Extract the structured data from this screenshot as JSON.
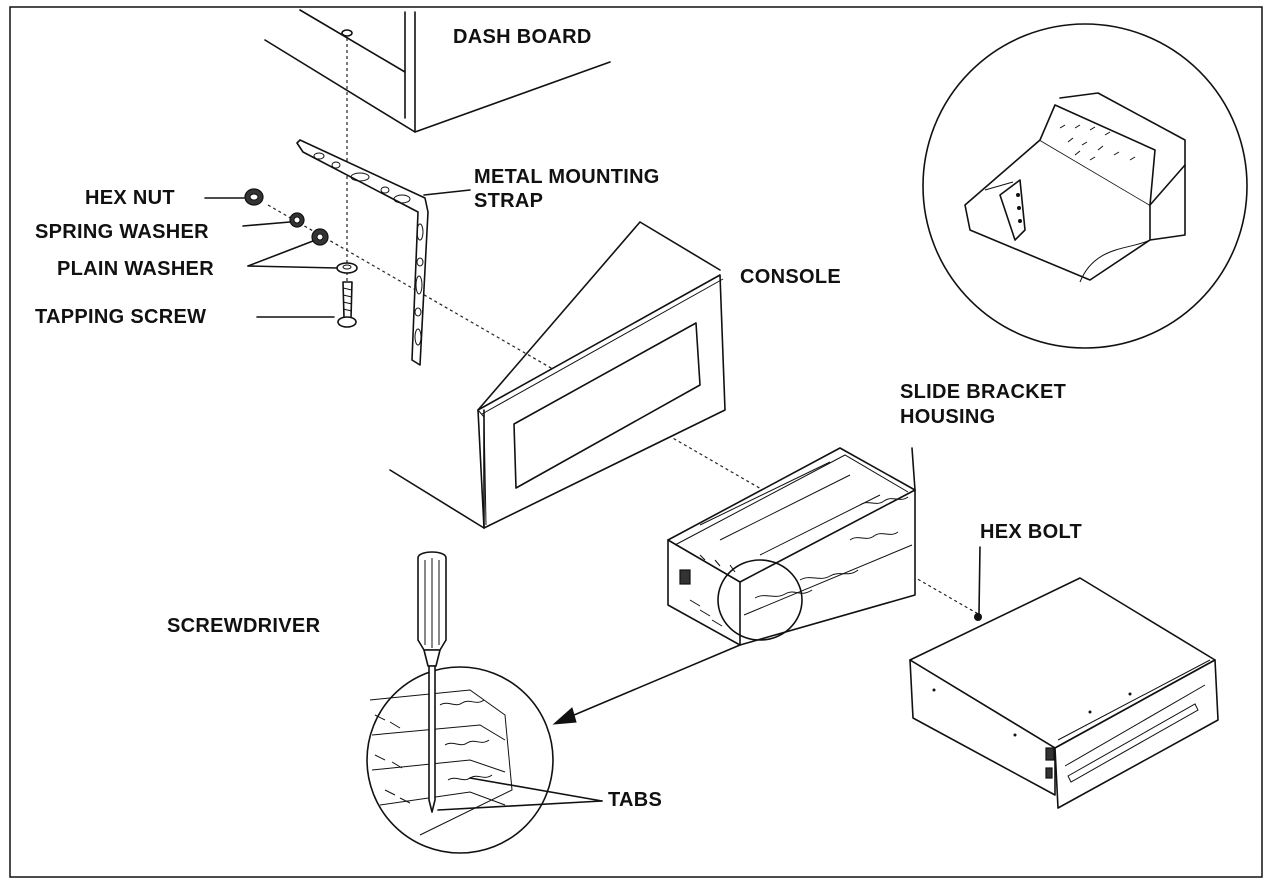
{
  "labels": {
    "dash_board": "DASH BOARD",
    "hex_nut": "HEX NUT",
    "spring_washer": "SPRING WASHER",
    "plain_washer": "PLAIN WASHER",
    "tapping_screw": "TAPPING SCREW",
    "metal_mounting_strap_1": "METAL MOUNTING",
    "metal_mounting_strap_2": "STRAP",
    "console": "CONSOLE",
    "slide_bracket_housing_1": "SLIDE BRACKET",
    "slide_bracket_housing_2": "HOUSING",
    "hex_bolt": "HEX BOLT",
    "screwdriver": "SCREWDRIVER",
    "tabs": "TABS"
  },
  "colors": {
    "line": "#111111",
    "background": "#ffffff"
  }
}
